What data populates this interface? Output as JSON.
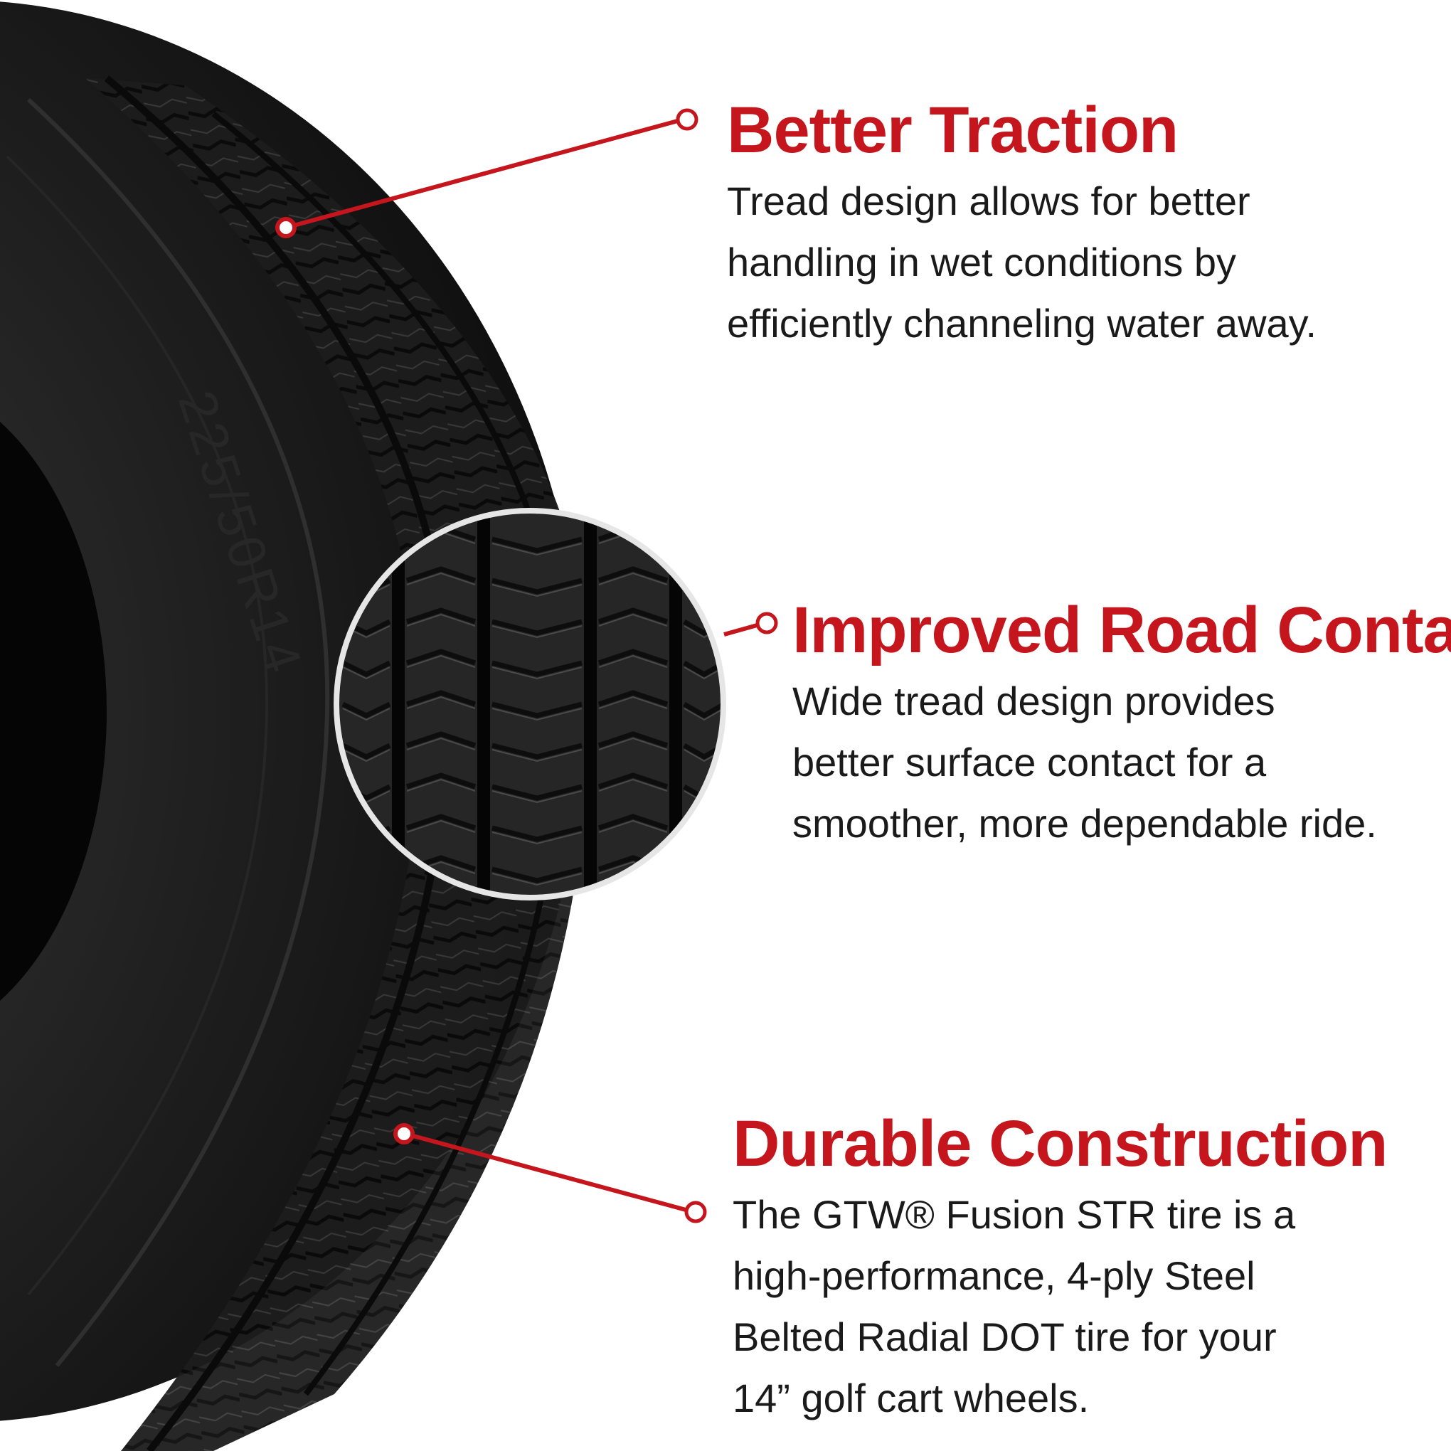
{
  "colors": {
    "accent": "#c4161c",
    "tire_dark": "#111111",
    "tire_mid": "#2a2a2a",
    "tire_light": "#3c3c3c",
    "lens_border": "#e6e6e6",
    "text": "#1a1a1a"
  },
  "tire": {
    "sidewall_text": "225/50R14"
  },
  "features": [
    {
      "title": "Better Traction",
      "text": "Tread design allows for better\nhandling in wet conditions by\nefficiently channeling water away."
    },
    {
      "title": "Improved Road Contact",
      "text": "Wide tread design provides\nbetter surface contact for a\nsmoother, more dependable ride."
    },
    {
      "title": "Durable Construction",
      "text": "The GTW® Fusion STR tire is a\nhigh-performance, 4-ply Steel\nBelted Radial DOT tire for your\n14” golf cart wheels."
    }
  ]
}
